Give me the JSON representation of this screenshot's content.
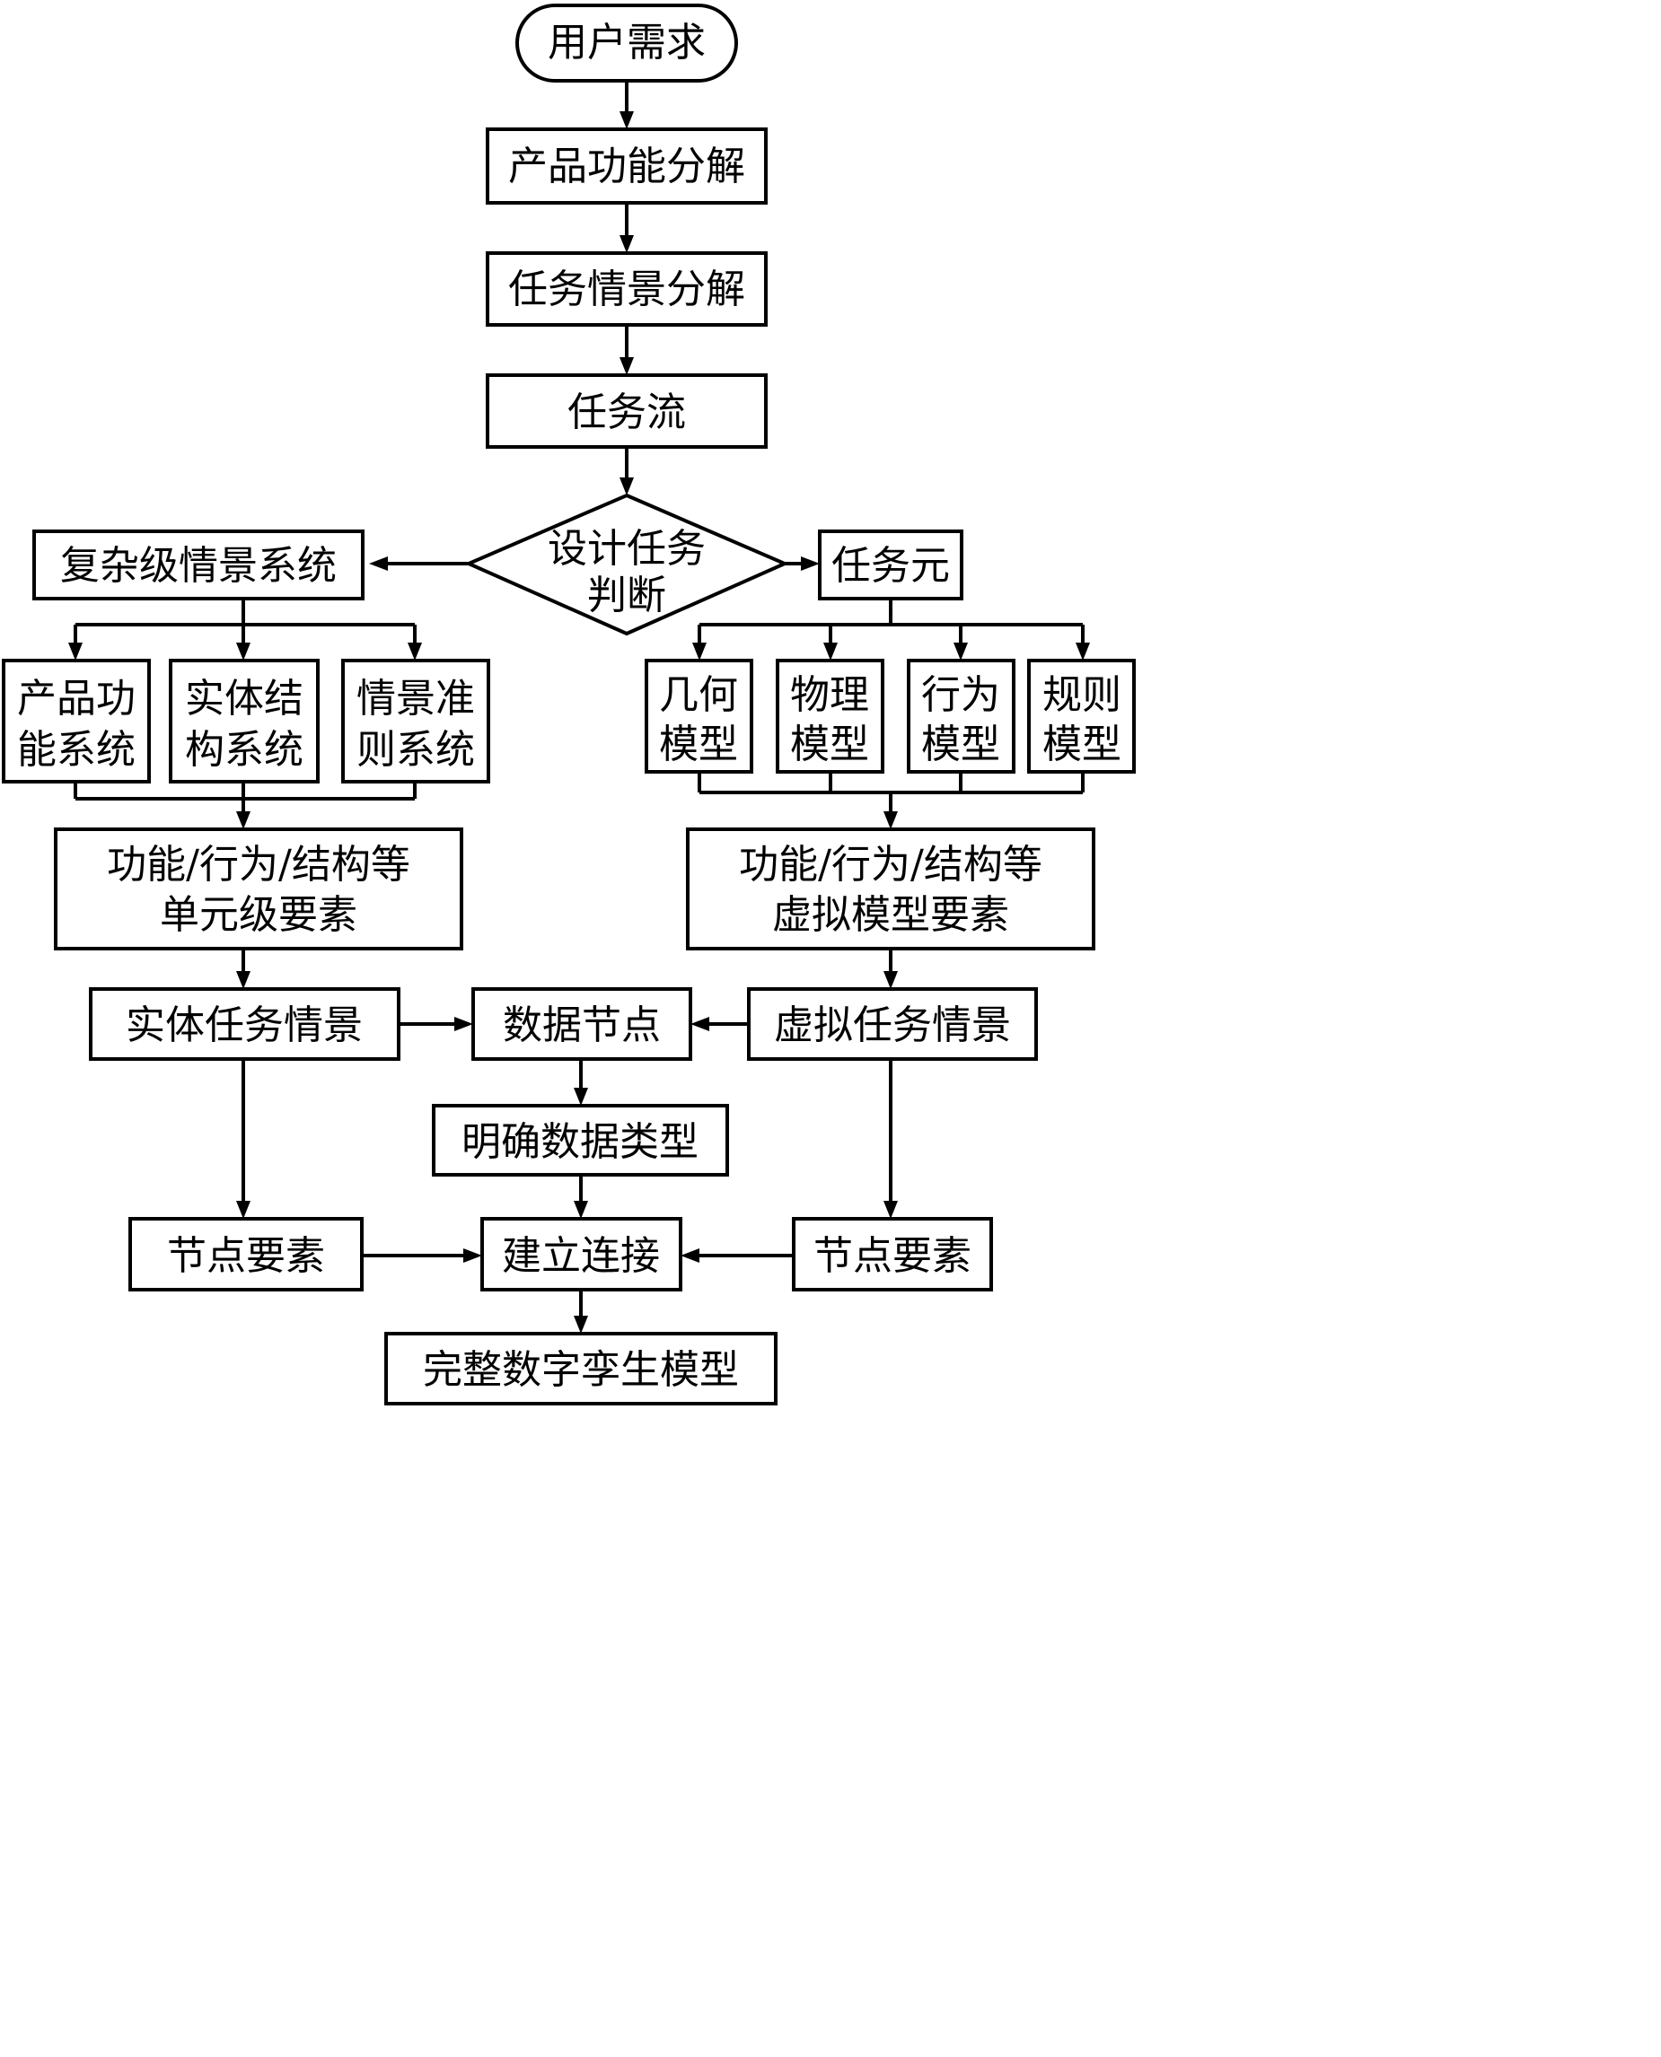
{
  "nodes": {
    "user_needs": "用户需求",
    "product_func_decomp": "产品功能分解",
    "task_scene_decomp": "任务情景分解",
    "task_flow": "任务流",
    "design_task_judge": [
      "设计任务",
      "判断"
    ],
    "complex_scene_system": "复杂级情景系统",
    "task_element": "任务元",
    "product_function_system": [
      "产品功",
      "能系统"
    ],
    "entity_structure_system": [
      "实体结",
      "构系统"
    ],
    "scene_criteria_system": [
      "情景准",
      "则系统"
    ],
    "geometric_model": [
      "几何",
      "模型"
    ],
    "physical_model": [
      "物理",
      "模型"
    ],
    "behavior_model": [
      "行为",
      "模型"
    ],
    "rule_model": [
      "规则",
      "模型"
    ],
    "unit_level_elements": [
      "功能/行为/结构等",
      "单元级要素"
    ],
    "virtual_model_elements": [
      "功能/行为/结构等",
      "虚拟模型要素"
    ],
    "entity_task_scene": "实体任务情景",
    "data_node": "数据节点",
    "virtual_task_scene": "虚拟任务情景",
    "define_data_type": "明确数据类型",
    "node_elements_left": "节点要素",
    "establish_connection": "建立连接",
    "node_elements_right": "节点要素",
    "complete_digital_twin": "完整数字孪生模型"
  }
}
